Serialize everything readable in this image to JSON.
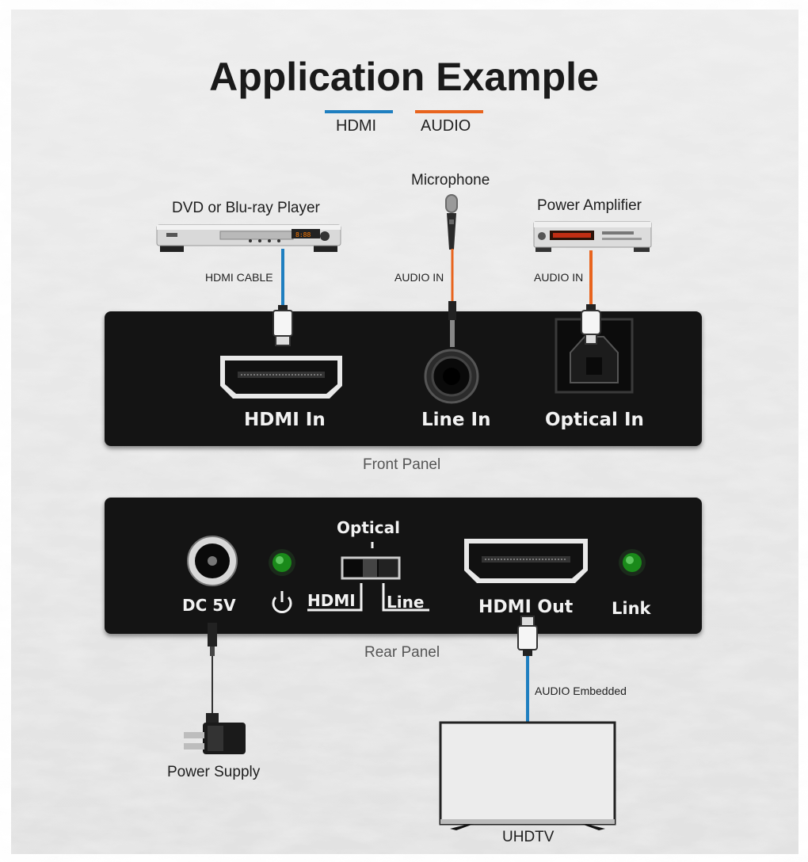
{
  "title": "Application Example",
  "legend": [
    {
      "label": "HDMI",
      "color": "#1f7fc0"
    },
    {
      "label": "AUDIO",
      "color": "#e8641e"
    }
  ],
  "devices": {
    "dvd": "DVD or Blu-ray Player",
    "microphone": "Microphone",
    "amplifier": "Power Amplifier",
    "power_supply": "Power Supply",
    "tv": "UHDTV"
  },
  "cables": {
    "hdmi_cable": "HDMI CABLE",
    "audio_in_mic": "AUDIO IN",
    "audio_in_amp": "AUDIO IN",
    "audio_embedded": "AUDIO Embedded"
  },
  "front_panel": {
    "label": "Front Panel",
    "hdmi_in": "HDMI In",
    "line_in": "Line In",
    "optical_in": "Optical In"
  },
  "rear_panel": {
    "label": "Rear Panel",
    "dc": "DC 5V",
    "optical": "Optical",
    "hdmi": "HDMI",
    "line": "Line",
    "hdmi_out": "HDMI Out",
    "link": "Link"
  },
  "icons": [
    "power-icon",
    "led-indicator",
    "hdmi-port",
    "audio-jack",
    "optical-port",
    "dc-jack",
    "selector-switch"
  ]
}
